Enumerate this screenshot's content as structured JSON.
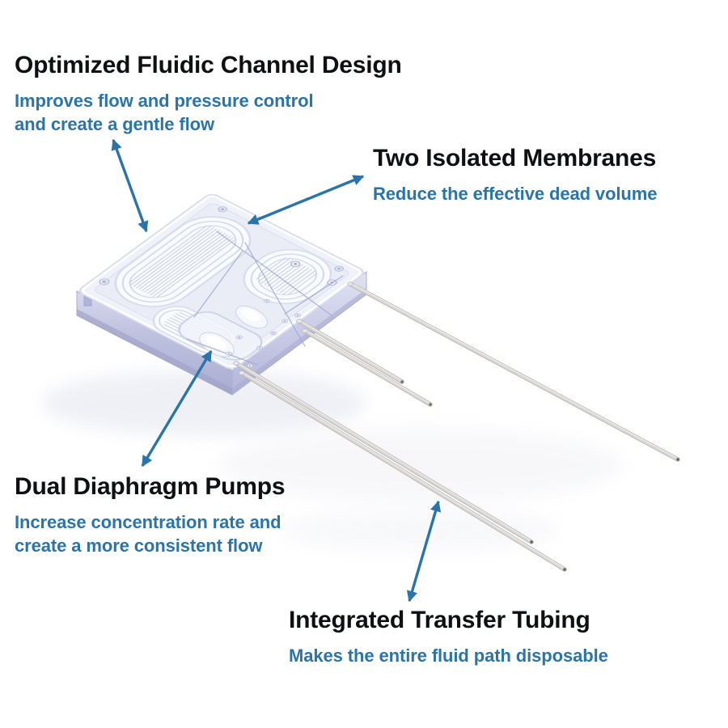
{
  "colors": {
    "background": "#ffffff",
    "accent_blue": "#2b74a8",
    "heading_black": "#0f1013",
    "chip_face": "#f1f3fa",
    "chip_side": "#bfc2de",
    "tube_gray": "#d6d3d0"
  },
  "callouts": [
    {
      "id": "fluidic-channel-design",
      "title": "Optimized Fluidic Channel Design",
      "lines": [
        "Improves flow and pressure control",
        "and create a gentle flow"
      ]
    },
    {
      "id": "isolated-membranes",
      "title": "Two Isolated Membranes",
      "lines": [
        "Reduce the effective dead volume"
      ]
    },
    {
      "id": "diaphragm-pumps",
      "title": "Dual Diaphragm Pumps",
      "lines": [
        "Increase concentration rate and",
        "create a more consistent flow"
      ]
    },
    {
      "id": "transfer-tubing",
      "title": "Integrated Transfer Tubing",
      "lines": [
        "Makes the entire fluid path disposable"
      ]
    }
  ]
}
